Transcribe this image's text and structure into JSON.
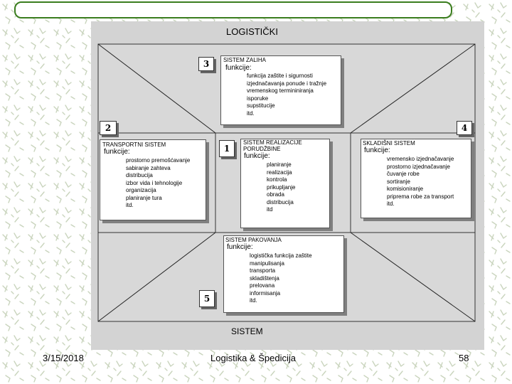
{
  "title": "LOGISTIČKI",
  "bottom_label": "SISTEM",
  "zaliha": {
    "number": "3",
    "heading": "SISTEM ZALIHA",
    "functions_label": "funkcije:",
    "items": [
      "funkcija zaštite i sigurnosti",
      "izjednačavanja ponude i tražnje",
      "vremenskog termininiranja",
      "isporuke",
      "supstitucije",
      "itd."
    ]
  },
  "transport": {
    "number": "2",
    "heading": "TRANSPORTNI SISTEM",
    "functions_label": "funkcije:",
    "items": [
      "prostorno premošćavanje",
      "sabiranje zahteva",
      "distribucija",
      "izbor vida i tehnologije",
      "organizacija",
      "planiranje tura",
      "itd."
    ]
  },
  "realizacija": {
    "number": "1",
    "heading_line1": "SISTEM REALIZACIJE",
    "heading_line2": "PORUDŽBINE",
    "functions_label": "funkcije:",
    "items": [
      "planiranje",
      "realizacija",
      "kontrola",
      "prikupljanje",
      "obrada",
      "distribucija",
      "itd"
    ]
  },
  "skladisni": {
    "number": "4",
    "heading": "SKLADIŠNI SISTEM",
    "functions_label": "funkcije:",
    "items": [
      "vremensko izjednačavanje",
      "prostorno izjednačavanje",
      "čuvanje robe",
      "sortiranje",
      "komisioniranje",
      "priprema robe za transport",
      "itd."
    ]
  },
  "pakovanja": {
    "number": "5",
    "heading": "SISTEM PAKOVANJA",
    "functions_label": "funkcije:",
    "items": [
      "logistička funkcija zaštite",
      "manipulisanja",
      "transporta",
      "skladištenja",
      "prelovana",
      "informisanja",
      "itd."
    ]
  },
  "footer": {
    "date": "3/15/2018",
    "course": "Logistika & Špedicija",
    "page": "58"
  },
  "colors": {
    "frame": "#d3d3d3",
    "deco_green": "#3a7d1e",
    "shadow": "#7f7f7f"
  }
}
